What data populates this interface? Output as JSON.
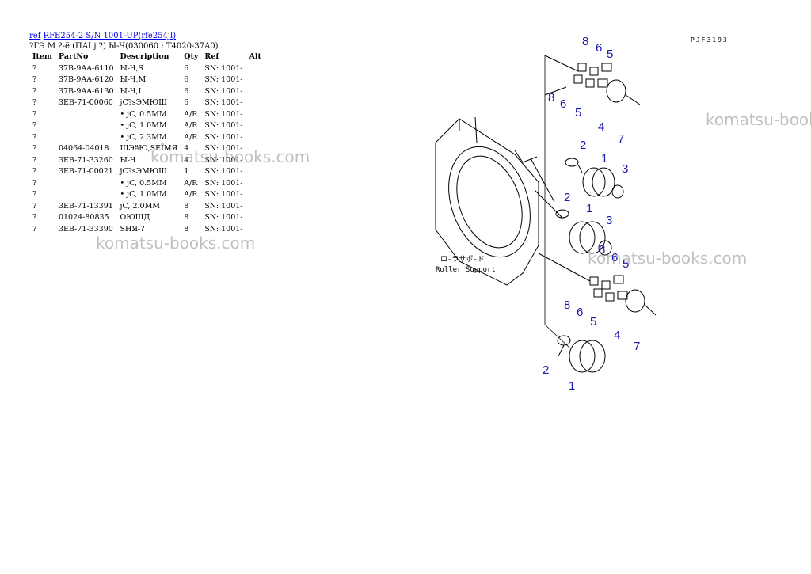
{
  "header": {
    "ref_link": "ref",
    "model_link": "RFE254-2 S/N 1001-UP(rfe254jl)",
    "subtitle": "?ГЭ М ?-ё (ПАI j ?) Ы-Ч(030060 : T4020-37A0)"
  },
  "table": {
    "columns": [
      "Item",
      "PartNo",
      "Description",
      "Qty",
      "Ref",
      "Alt"
    ],
    "rows": [
      {
        "item": "?",
        "partno": "37B-9AA-6110",
        "desc": "Ы-Ч,S",
        "qty": "6",
        "ref": "SN: 1001-",
        "alt": ""
      },
      {
        "item": "?",
        "partno": "37B-9AA-6120",
        "desc": "Ы-Ч,M",
        "qty": "6",
        "ref": "SN: 1001-",
        "alt": ""
      },
      {
        "item": "?",
        "partno": "37B-9AA-6130",
        "desc": "Ы-Ч,L",
        "qty": "6",
        "ref": "SN: 1001-",
        "alt": ""
      },
      {
        "item": "?",
        "partno": "3EB-71-00060",
        "desc": "jC?sЭМЮШ",
        "qty": "6",
        "ref": "SN: 1001-",
        "alt": ""
      },
      {
        "item": "?",
        "partno": "",
        "desc": "• jC, 0.5MM",
        "qty": "A/R",
        "ref": "SN: 1001-",
        "alt": ""
      },
      {
        "item": "?",
        "partno": "",
        "desc": "• jC, 1.0MM",
        "qty": "A/R",
        "ref": "SN: 1001-",
        "alt": ""
      },
      {
        "item": "?",
        "partno": "",
        "desc": "• jC, 2.3MM",
        "qty": "A/R",
        "ref": "SN: 1001-",
        "alt": ""
      },
      {
        "item": "?",
        "partno": "04064-04018",
        "desc": "ШЭёЮ,SEЇМЯ",
        "qty": "4",
        "ref": "SN: 1001-",
        "alt": ""
      },
      {
        "item": "?",
        "partno": "3EB-71-33260",
        "desc": "Ы-Ч",
        "qty": "4",
        "ref": "SN: 1001-",
        "alt": ""
      },
      {
        "item": "?",
        "partno": "3EB-71-00021",
        "desc": "jC?sЭМЮШ",
        "qty": "1",
        "ref": "SN: 1001-",
        "alt": ""
      },
      {
        "item": "?",
        "partno": "",
        "desc": "• jC, 0.5MM",
        "qty": "A/R",
        "ref": "SN: 1001-",
        "alt": ""
      },
      {
        "item": "?",
        "partno": "",
        "desc": "• jC, 1.0MM",
        "qty": "A/R",
        "ref": "SN: 1001-",
        "alt": ""
      },
      {
        "item": "?",
        "partno": "3EB-71-13391",
        "desc": "jC, 2.0MM",
        "qty": "8",
        "ref": "SN: 1001-",
        "alt": ""
      },
      {
        "item": "?",
        "partno": "01024-80835",
        "desc": "ОЮЩД",
        "qty": "8",
        "ref": "SN: 1001-",
        "alt": ""
      },
      {
        "item": "?",
        "partno": "3EB-71-33390",
        "desc": "SHЯ-?",
        "qty": "8",
        "ref": "SN: 1001-",
        "alt": ""
      }
    ]
  },
  "watermark_text": "komatsu-books.com",
  "diagram": {
    "page_ref": "PJF3193",
    "caption_jp": "ロ-ラサポ-ド",
    "caption_en": "Roller Support",
    "callouts": [
      "8",
      "6",
      "5",
      "8",
      "6",
      "5",
      "4",
      "7",
      "2",
      "1",
      "3",
      "2",
      "1",
      "3",
      "8",
      "6",
      "5",
      "8",
      "6",
      "5",
      "4",
      "7",
      "2",
      "1"
    ]
  },
  "colors": {
    "link": "#0000ee",
    "callout": "#1a1aa8",
    "watermark": "#8c8c8c"
  }
}
